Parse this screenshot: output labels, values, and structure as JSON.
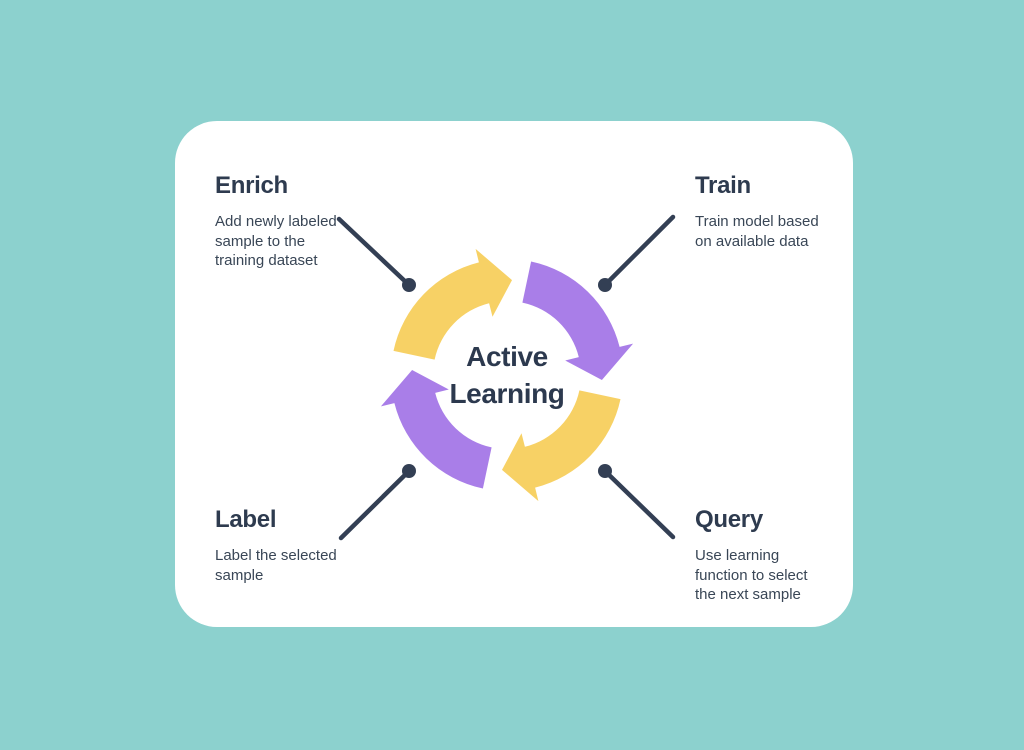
{
  "page": {
    "background_color": "#8CD1CE",
    "card_color": "#FFFFFF"
  },
  "diagram": {
    "title": "Active Learning",
    "type": "cycle",
    "flow": "clockwise",
    "colors": {
      "arrow_yellow": "#F7D165",
      "arrow_purple": "#A97EE8",
      "heading_navy": "#2E3B4F",
      "body_navy": "#394656",
      "connector_navy": "#333F54"
    },
    "arrows": [
      {
        "position": "top-left",
        "color": "yellow",
        "direction": "west-to-north"
      },
      {
        "position": "top-right",
        "color": "purple",
        "direction": "north-to-east"
      },
      {
        "position": "bottom-right",
        "color": "yellow",
        "direction": "east-to-south"
      },
      {
        "position": "bottom-left",
        "color": "purple",
        "direction": "south-to-west"
      }
    ],
    "nodes": [
      {
        "id": "enrich",
        "label": "Enrich",
        "description": "Add newly labeled\nsample to the\ntraining dataset",
        "position": "top-left"
      },
      {
        "id": "train",
        "label": "Train",
        "description": "Train model based\non available data",
        "position": "top-right"
      },
      {
        "id": "label",
        "label": "Label",
        "description": "Label the selected\nsample",
        "position": "bottom-left"
      },
      {
        "id": "query",
        "label": "Query",
        "description": "Use learning\nfunction to select\nthe next sample",
        "position": "bottom-right"
      }
    ]
  }
}
